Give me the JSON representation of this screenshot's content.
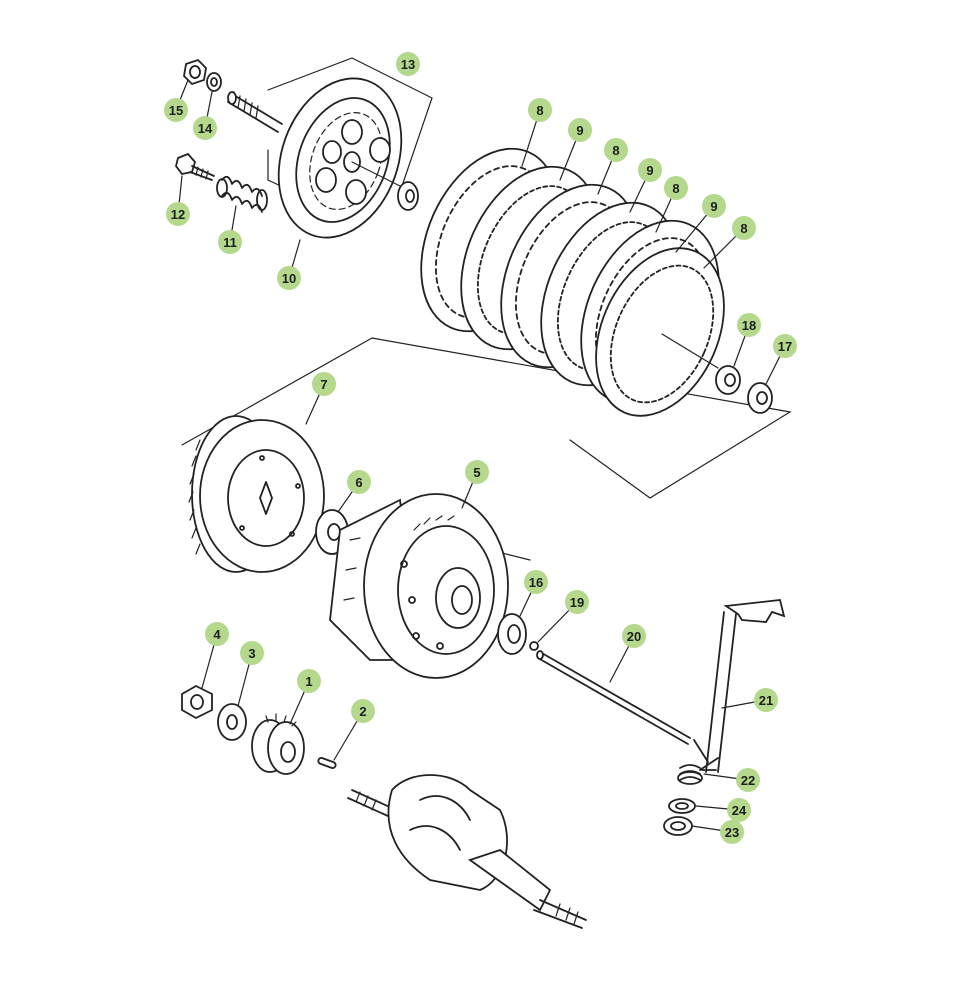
{
  "colors": {
    "badge": "#b5d98c",
    "line": "#222222",
    "background": "#ffffff"
  },
  "callouts": [
    {
      "id": "15",
      "label": "15"
    },
    {
      "id": "14",
      "label": "14"
    },
    {
      "id": "13",
      "label": "13"
    },
    {
      "id": "12",
      "label": "12"
    },
    {
      "id": "11",
      "label": "11"
    },
    {
      "id": "10",
      "label": "10"
    },
    {
      "id": "8a",
      "label": "8"
    },
    {
      "id": "9a",
      "label": "9"
    },
    {
      "id": "8b",
      "label": "8"
    },
    {
      "id": "9b",
      "label": "9"
    },
    {
      "id": "8c",
      "label": "8"
    },
    {
      "id": "9c",
      "label": "9"
    },
    {
      "id": "8d",
      "label": "8"
    },
    {
      "id": "18",
      "label": "18"
    },
    {
      "id": "17",
      "label": "17"
    },
    {
      "id": "7",
      "label": "7"
    },
    {
      "id": "6",
      "label": "6"
    },
    {
      "id": "5",
      "label": "5"
    },
    {
      "id": "16",
      "label": "16"
    },
    {
      "id": "19",
      "label": "19"
    },
    {
      "id": "20",
      "label": "20"
    },
    {
      "id": "21",
      "label": "21"
    },
    {
      "id": "4",
      "label": "4"
    },
    {
      "id": "3",
      "label": "3"
    },
    {
      "id": "1",
      "label": "1"
    },
    {
      "id": "2",
      "label": "2"
    },
    {
      "id": "22",
      "label": "22"
    },
    {
      "id": "24",
      "label": "24"
    },
    {
      "id": "23",
      "label": "23"
    }
  ]
}
